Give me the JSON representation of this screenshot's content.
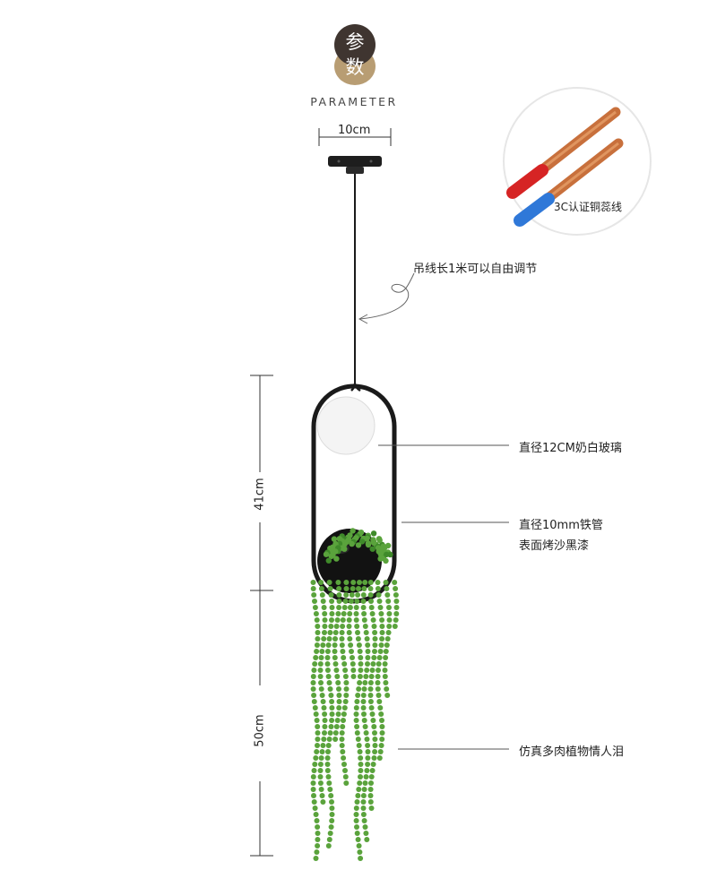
{
  "header": {
    "badge_top": "参",
    "badge_bottom": "数",
    "subtitle": "PARAMETER"
  },
  "dimensions": {
    "canopy_width": "10cm",
    "upper_height": "41cm",
    "lower_height": "50cm"
  },
  "wire_inset": {
    "caption": "3C认证铜蕊线"
  },
  "annotations": {
    "cord": "吊线长1米可以自由调节",
    "glass": "直径12CM奶白玻璃",
    "tube_line1": "直径10mm铁管",
    "tube_line2": "表面烤沙黑漆",
    "plant": "仿真多肉植物情人泪"
  },
  "colors": {
    "badge_dark": "#3f3530",
    "badge_gold": "#b89d73",
    "frame": "#1a1a1a",
    "foliage": "#5aa33c"
  }
}
